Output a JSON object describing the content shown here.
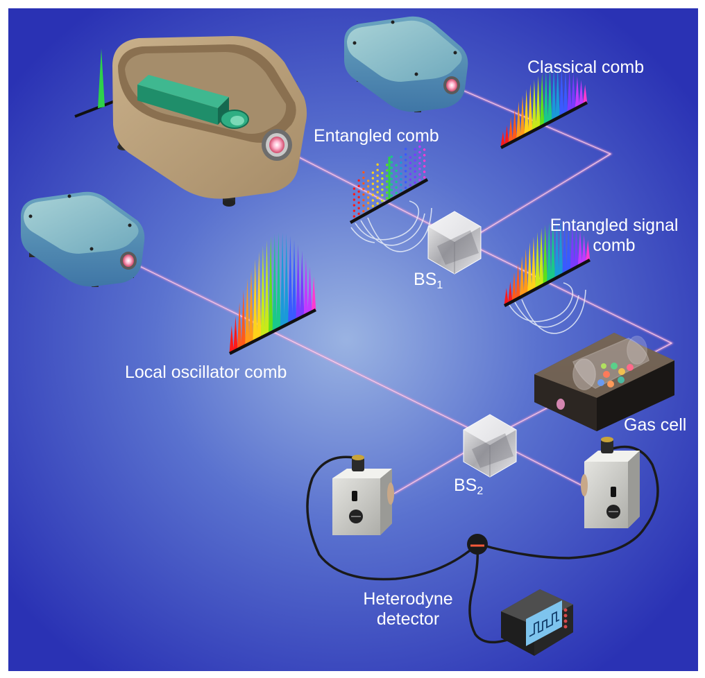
{
  "labels": {
    "classical_comb": "Classical comb",
    "entangled_comb": "Entangled comb",
    "entangled_signal_line1": "Entangled signal",
    "entangled_signal_line2": "comb",
    "bs1_main": "BS",
    "bs1_sub": "1",
    "bs2_main": "BS",
    "bs2_sub": "2",
    "local_oscillator_comb": "Local oscillator comb",
    "gas_cell": "Gas cell",
    "heterodyne_line1": "Heterodyne",
    "heterodyne_line2": "detector"
  },
  "colors": {
    "background_center": "#93aee0",
    "background_edge": "#2a32b4",
    "frame": "#ffffff",
    "beam": "#ff9fd4",
    "comb_bar": "#111111",
    "pump_box": "#c8b08c",
    "laser_box": "#7fb8c4",
    "crystal": "#1f9a78",
    "detector_body": "#cfcfcf",
    "cable": "#1a1a1a"
  },
  "comb_spectrum": [
    "#ff1a1a",
    "#ff5a1a",
    "#ff9a1a",
    "#ffd21a",
    "#c8ea1a",
    "#5ee01a",
    "#1ac88a",
    "#1a9ad8",
    "#3a5aff",
    "#7a3aff",
    "#c03aff",
    "#ff3ad0"
  ],
  "components": [
    "pump-laser",
    "classical-laser",
    "local-oscillator-laser",
    "beam-splitter-1",
    "beam-splitter-2",
    "gas-cell",
    "photodetector-left",
    "photodetector-right",
    "oscilloscope"
  ]
}
